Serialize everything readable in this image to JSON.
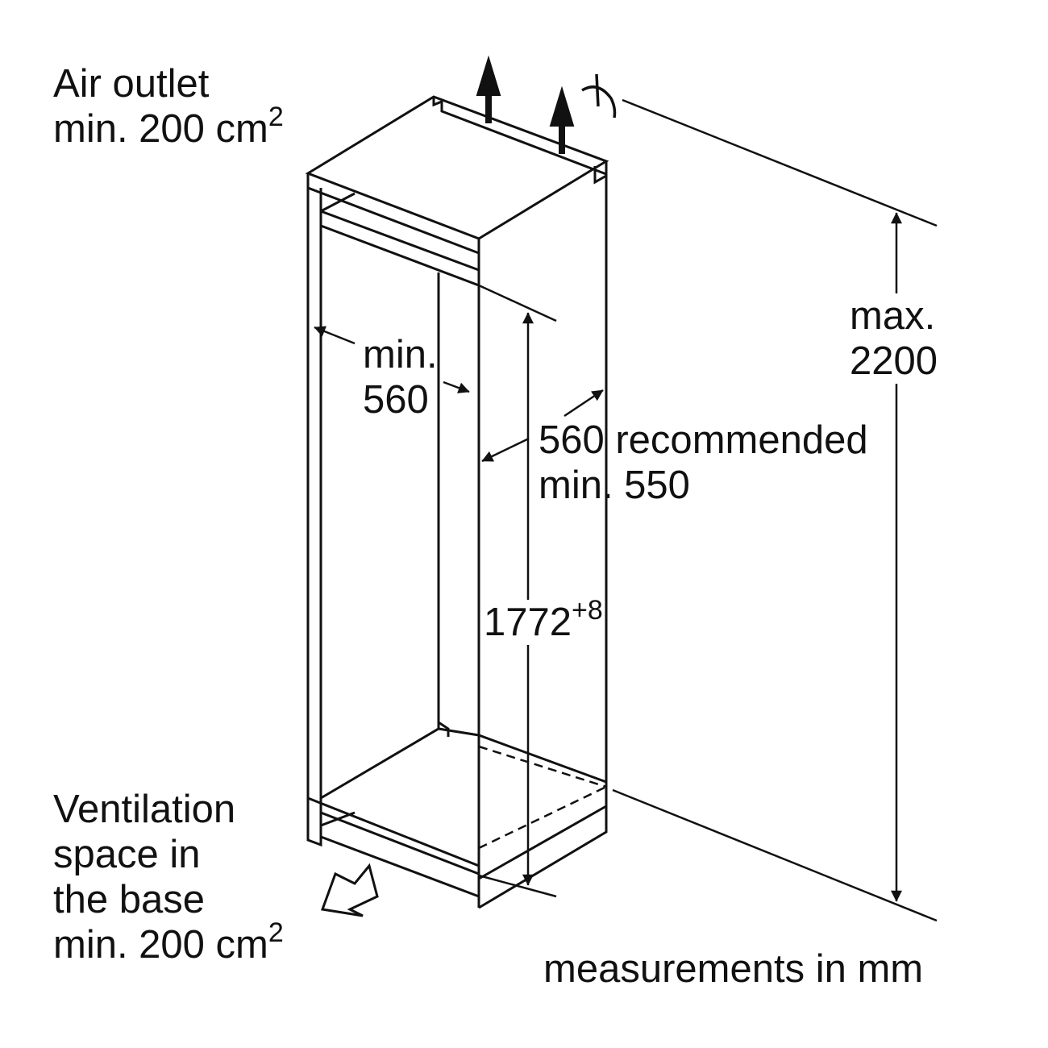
{
  "labels": {
    "air_outlet": {
      "line1": "Air outlet",
      "line2_text": "min. 200 cm",
      "line2_sup": "2"
    },
    "ventilation": {
      "line1": "Ventilation",
      "line2": "space in",
      "line3": "the base",
      "line4_text": "min. 200 cm",
      "line4_sup": "2"
    },
    "depth_min": {
      "line1": "min.",
      "line2": "560"
    },
    "width": {
      "line1": "560 recommended",
      "line2": "min. 550"
    },
    "niche_height": {
      "value": "1772",
      "tolerance": "+8"
    },
    "max_height": {
      "line1": "max.",
      "line2": "2200"
    },
    "units_note": "measurements in mm"
  },
  "colors": {
    "ink": "#111111",
    "background": "#ffffff"
  },
  "icons": [
    "air-outlet-arrow-icon",
    "air-outlet-arrow-icon",
    "air-inlet-arrow-icon",
    "break-symbol-icon"
  ]
}
